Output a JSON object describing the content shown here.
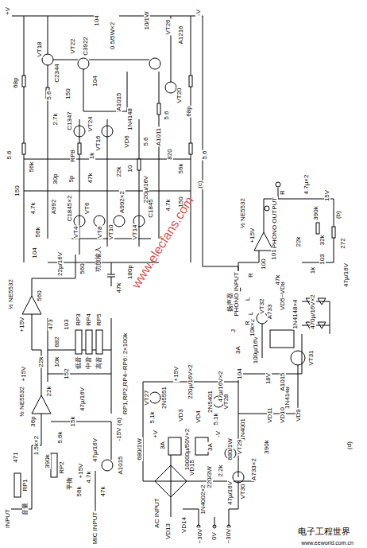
{
  "diagram": {
    "labels": [
      "+V",
      "104",
      "0.5/5W×2",
      "10/1W",
      "VT26",
      "A1216",
      "-V",
      "VT18",
      "VT22",
      "C3922",
      "C2344",
      "68p",
      "5.6",
      "150",
      "104",
      "A1011",
      "VT20",
      "5.6",
      "68p",
      "2.7k",
      "C1347",
      "VT24",
      "A1015",
      "1N4148",
      "VT16",
      "VD6",
      "5.6",
      "RP8",
      "1k",
      "820",
      "56k",
      "56k",
      "5.6",
      "5.6",
      "(c)",
      "30p",
      "5p",
      "47k",
      "22k",
      "10",
      "220µ/16V",
      "150",
      "4.7k",
      "A992",
      "C1845×2",
      "VT6",
      "VT8",
      "VT10",
      "A992×2",
      "VT14",
      "C1845",
      "4.7k",
      "150",
      "56k",
      "VT4",
      "104",
      "22µ/16V",
      "560",
      "功放输入",
      "180p",
      "47k",
      "½ NE5532",
      "+15V",
      "560",
      "473",
      "682",
      "103",
      "22k",
      "10k",
      "152",
      "22k",
      "RP3",
      "RP4",
      "RP5",
      "低音",
      "中音",
      "高音",
      "RP1,RP2,RP4~RP6: 2×100k",
      "(a)",
      "47µ/16V",
      "15k",
      "½ NE5532",
      "+15V",
      "36p",
      "5.6k",
      "RP2",
      "平衡",
      "1.5k×2",
      "390k",
      "+15V",
      "47µ/16V",
      "RP1",
      "音量",
      "471",
      "INPUT",
      "56k",
      "4.7k",
      "A1015",
      "-15V",
      "47k",
      "MIC INPUT",
      "+15V",
      "220µ/16V×2",
      "47µ/16V×2",
      "104",
      "VT27",
      "2N5551",
      "2N5401",
      "VT28",
      "VD3",
      "VD4",
      "5.1k",
      "5.1k",
      "680/1W",
      "+V",
      "3A",
      "10000µ/50V×2",
      "3A",
      "-V",
      "680/1W",
      "1N4001",
      "AC INPUT",
      "VD15",
      "220/3W",
      "1N4002×2",
      "VD14",
      "VD13",
      "~30V",
      "0V",
      "~30V",
      "2.2k",
      "47µ/16V",
      "VT30",
      "VT29",
      "A733×2",
      "390k",
      "VD9",
      "VD10",
      "VD11",
      "1N4148",
      "A1015",
      "18V",
      "VT31",
      "100µ/16V",
      "10k×2",
      "VT32",
      "A733",
      "VD5~VD8",
      "1N4148×4",
      "470µ/16V×2",
      "3A",
      "J",
      "R",
      "L",
      "扬声器",
      "(d)",
      "R",
      "PHONO OUTPUT",
      "4.7µ×2",
      "390k",
      "15V",
      "22k",
      "32k",
      "103",
      "272",
      "½ NE5532",
      "+15V",
      "101",
      "1k",
      "47µ/16V",
      "(b)",
      "100",
      "47k",
      "PHONO INPUT",
      "R",
      "L",
      "www.elecfans.com",
      "电子工程世界",
      "www.eeworld.com.cn"
    ]
  }
}
